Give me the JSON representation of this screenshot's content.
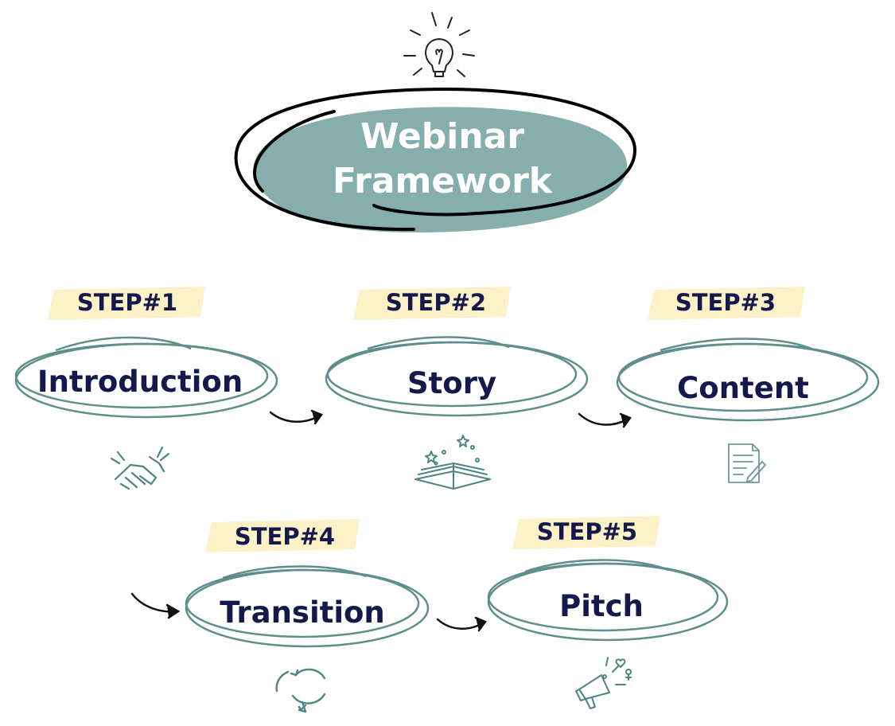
{
  "title": {
    "line1": "Webinar",
    "line2": "Framework"
  },
  "steps": [
    {
      "step_label": "STEP#1",
      "name": "Introduction",
      "icon": "handshake-icon"
    },
    {
      "step_label": "STEP#2",
      "name": "Story",
      "icon": "open-book-icon"
    },
    {
      "step_label": "STEP#3",
      "name": "Content",
      "icon": "document-icon"
    },
    {
      "step_label": "STEP#4",
      "name": "Transition",
      "icon": "cycle-arrows-icon"
    },
    {
      "step_label": "STEP#5",
      "name": "Pitch",
      "icon": "megaphone-icon"
    }
  ],
  "colors": {
    "title_fill": "#86aeac",
    "title_text": "#ffffff",
    "ellipse_stroke": "#5e8f8c",
    "step_highlight": "#fcf1c7",
    "text_dark": "#14184a",
    "icon_color": "#4f8582",
    "arrow_color": "#111111"
  }
}
